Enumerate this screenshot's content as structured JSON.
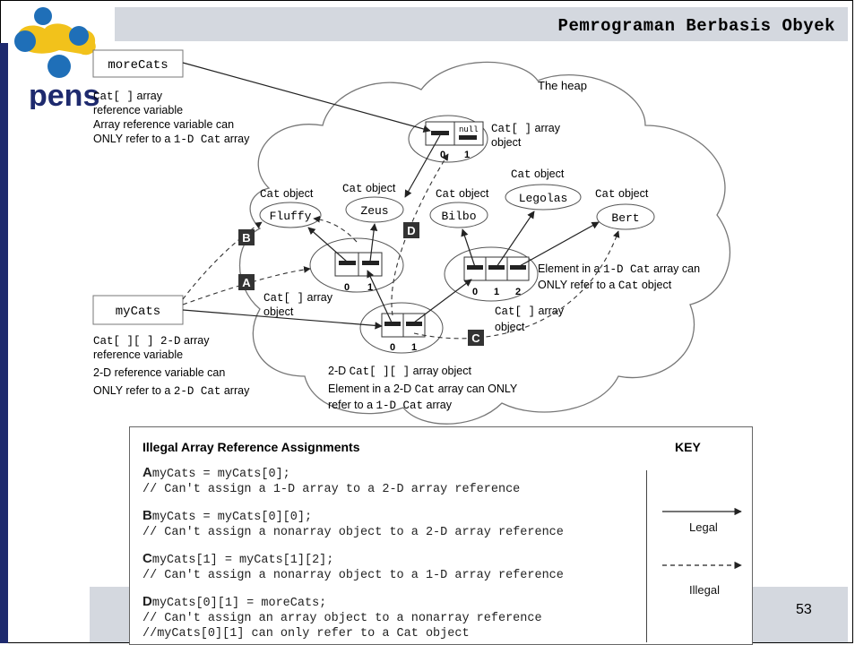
{
  "header": {
    "title": "Pemrograman Berbasis Obyek"
  },
  "logo": {
    "text": "pens"
  },
  "page_number": "53",
  "diagram": {
    "heap_label": "The heap",
    "more_cats_box": "moreCats",
    "my_cats_box": "myCats",
    "more_cats_desc": {
      "l1_code": "Cat[ ]",
      "l1_rest": " array",
      "l2": "reference variable",
      "l3": "Array reference variable can",
      "l4_pre": "ONLY refer to a ",
      "l4_code": "1-D Cat",
      "l4_post": " array"
    },
    "my_cats_desc": {
      "l1_code": "Cat[ ][ ]",
      "l1_mid": " 2-D",
      "l1_rest": " array",
      "l2": "reference variable",
      "l3": "2-D reference variable can",
      "l4_pre": "ONLY refer to a ",
      "l4_code": "2-D Cat",
      "l4_post": " array"
    },
    "top_array": {
      "null_text": "null",
      "idx0": "0",
      "idx1": "1",
      "label_code": "Cat[ ]",
      "label_rest": " array",
      "label2": "object"
    },
    "cat_objects": [
      {
        "label_code": "Cat",
        "label_rest": " object",
        "name": "Fluffy"
      },
      {
        "label_code": "Cat",
        "label_rest": " object",
        "name": "Zeus"
      },
      {
        "label_code": "Cat",
        "label_rest": " object",
        "name": "Bilbo"
      },
      {
        "label_code": "Cat",
        "label_rest": " object",
        "name": "Legolas"
      },
      {
        "label_code": "Cat",
        "label_rest": " object",
        "name": "Bert"
      }
    ],
    "left_array": {
      "idx0": "0",
      "idx1": "1",
      "label_code": "Cat[ ]",
      "label_rest": " array",
      "label2": "object"
    },
    "right_array": {
      "idx0": "0",
      "idx1": "1",
      "idx2": "2",
      "label_code": "Cat[ ]",
      "label_rest": " array",
      "label2": "object",
      "note1_pre": "Element in a ",
      "note1_code": "1-D Cat",
      "note1_post": " array can",
      "note2_pre": "ONLY refer to a ",
      "note2_code": "Cat",
      "note2_post": " object"
    },
    "twod_array": {
      "idx0": "0",
      "idx1": "1",
      "l1_pre": "2-D ",
      "l1_code": "Cat[ ][ ]",
      "l1_post": " array object",
      "l2_pre": "Element in a 2-D ",
      "l2_code": "Cat",
      "l2_post": " array can ONLY",
      "l3_pre": "refer to a ",
      "l3_code": "1-D Cat",
      "l3_post": " array"
    },
    "markers": {
      "A": "A",
      "B": "B",
      "C": "C",
      "D": "D"
    }
  },
  "key_box": {
    "title": "Illegal Array Reference Assignments",
    "key_heading": "KEY",
    "legal_label": "Legal",
    "illegal_label": "Illegal",
    "rules": [
      {
        "letter": "A",
        "code": "myCats = myCats[0];",
        "comment": "// Can't assign a 1-D array to a 2-D array reference",
        "comment2": ""
      },
      {
        "letter": "B",
        "code": "myCats = myCats[0][0];",
        "comment": "// Can't assign a nonarray object to a 2-D array reference",
        "comment2": ""
      },
      {
        "letter": "C",
        "code": "myCats[1] = myCats[1][2];",
        "comment": "// Can't assign a nonarray object to a 1-D array reference",
        "comment2": ""
      },
      {
        "letter": "D",
        "code": "myCats[0][1] = moreCats;",
        "comment": "// Can't assign an array object to a nonarray reference",
        "comment2": "//myCats[0][1] can only refer to a Cat object"
      }
    ]
  },
  "colors": {
    "header_band": "#d4d8df",
    "left_bar": "#1e2a6e",
    "logo_yellow": "#f2c21b",
    "logo_blue": "#1f6fb8",
    "logo_navy": "#1e2a6e"
  }
}
